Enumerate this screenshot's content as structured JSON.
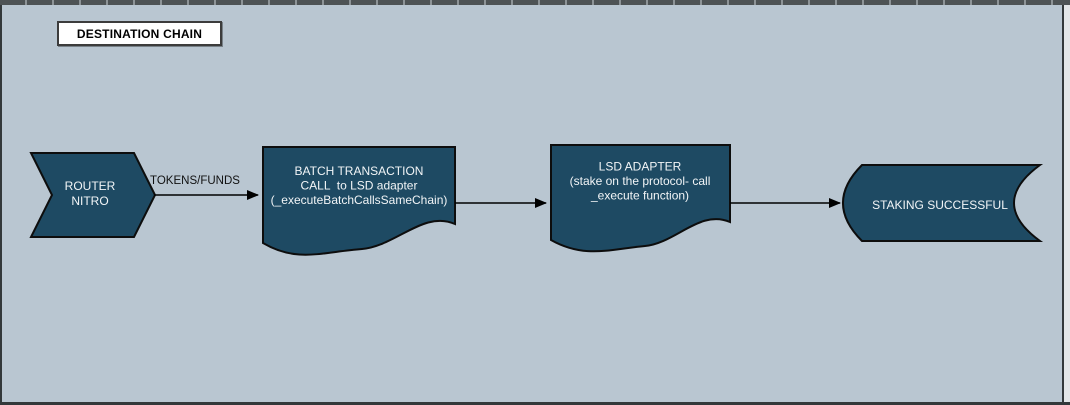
{
  "colors": {
    "canvas_bg": "#b9c6d1",
    "node_fill": "#1e4a63",
    "node_stroke": "#0d0d0d",
    "node_text": "#f2f5f7",
    "edge_color": "#000000",
    "label_box_bg": "#ffffff",
    "label_box_border": "#3c3c3c",
    "label_text": "#000000",
    "ruler_bg": "#4e5355",
    "frame_border": "#33383a",
    "right_gutter": "#e3e6e8"
  },
  "header": {
    "region_label": "DESTINATION CHAIN"
  },
  "nodes": {
    "router_nitro": {
      "shape": "chevron-arrow",
      "lines": [
        "ROUTER",
        "NITRO"
      ]
    },
    "batch_call": {
      "shape": "document",
      "lines": [
        "BATCH TRANSACTION",
        "CALL  to LSD adapter",
        "(_executeBatchCallsSameChain)"
      ]
    },
    "lsd_adapter": {
      "shape": "document",
      "lines": [
        "LSD ADAPTER",
        "(stake on the protocol- call",
        "_execute function)"
      ]
    },
    "staking_successful": {
      "shape": "stored-data-cylinder",
      "lines": [
        "STAKING SUCCESSFUL"
      ]
    }
  },
  "edges": [
    {
      "from": "router_nitro",
      "to": "batch_call",
      "label": "TOKENS/FUNDS"
    },
    {
      "from": "batch_call",
      "to": "lsd_adapter",
      "label": ""
    },
    {
      "from": "lsd_adapter",
      "to": "staking_successful",
      "label": ""
    }
  ]
}
